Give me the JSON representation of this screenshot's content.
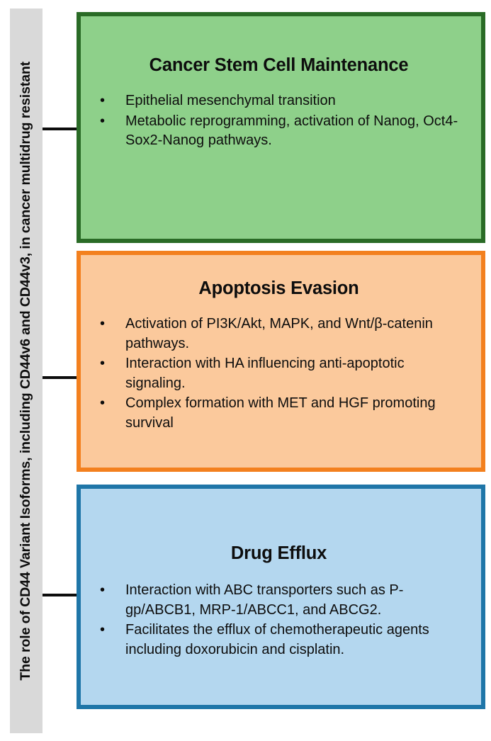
{
  "side_label": {
    "text": "The role of CD44 Variant Isoforms, including CD44v6 and CD44v3, in cancer multidrug resistant"
  },
  "colors": {
    "green_fill": "#8ED08A",
    "green_border": "#2A6B26",
    "orange_fill": "#FBC99C",
    "orange_border": "#F3801E",
    "blue_fill": "#B4D7EF",
    "blue_border": "#1F76A8",
    "sidebar_fill": "#D9D9D9",
    "connector": "#0D0D0D",
    "text": "#0D0D0D"
  },
  "bullet_glyph": "•",
  "panels": [
    {
      "id": "cancer-stem-cell-maintenance",
      "title": "Cancer Stem Cell Maintenance",
      "bullets": [
        "Epithelial mesenchymal transition",
        "Metabolic reprogramming, activation of Nanog, Oct4-Sox2-Nanog pathways."
      ]
    },
    {
      "id": "apoptosis-evasion",
      "title": "Apoptosis Evasion",
      "bullets": [
        "Activation of PI3K/Akt, MAPK, and Wnt/β-catenin pathways.",
        "Interaction with HA influencing anti-apoptotic signaling.",
        "Complex formation with MET and HGF promoting survival"
      ]
    },
    {
      "id": "drug-efflux",
      "title": "Drug Efflux",
      "bullets": [
        "Interaction with ABC transporters such as P-gp/ABCB1, MRP-1/ABCC1, and ABCG2.",
        "Facilitates the efflux of chemotherapeutic agents including doxorubicin and cisplatin."
      ]
    }
  ]
}
